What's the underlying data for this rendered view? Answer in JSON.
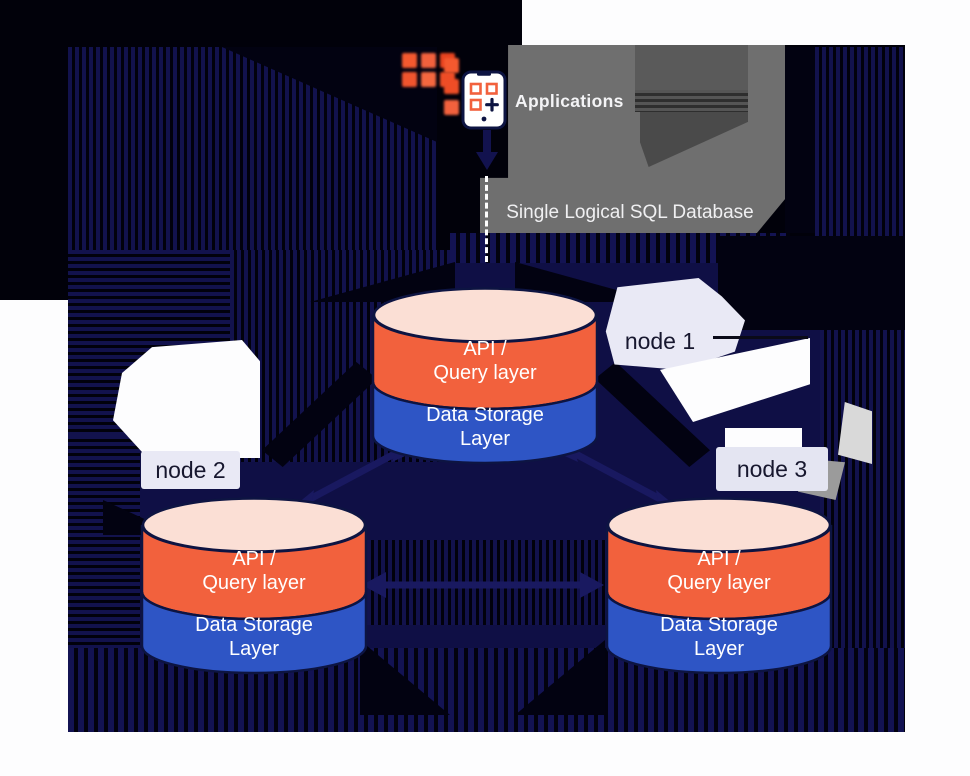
{
  "diagram": {
    "applications_label": "Applications",
    "database_label": "Single Logical SQL Database",
    "nodes": [
      {
        "label": "node 1",
        "api_layer": "API /\nQuery layer",
        "storage_layer": "Data Storage\nLayer"
      },
      {
        "label": "node 2",
        "api_layer": "API /\nQuery layer",
        "storage_layer": "Data Storage\nLayer"
      },
      {
        "label": "node 3",
        "api_layer": "API /\nQuery layer",
        "storage_layer": "Data Storage\nLayer"
      }
    ],
    "colors": {
      "api_layer_orange": "#F2613D",
      "storage_layer_blue": "#2E55C5",
      "cylinder_top_cream": "#FBDFD5",
      "outline_navy": "#0D1442",
      "background_navy": "#0F0F45",
      "label_tag_lavender": "#E9E9F5",
      "panel_gray": "#6F6F6F"
    }
  }
}
